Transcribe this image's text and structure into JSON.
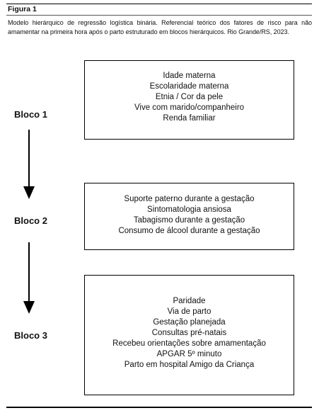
{
  "figure": {
    "label": "Figura 1",
    "caption": "Modelo hierárquico de regressão logística binária. Referencial teórico dos fatores de risco para não amamentar na primeira hora após o parto estruturado em blocos hierárquicos. Rio Grande/RS, 2023."
  },
  "blocks": [
    {
      "label": "Bloco 1",
      "factors": [
        "Idade materna",
        "Escolaridade materna",
        "Etnia / Cor da pele",
        "Vive com marido/companheiro",
        "Renda familiar"
      ]
    },
    {
      "label": "Bloco 2",
      "factors": [
        "Suporte paterno durante a gestação",
        "Sintomatologia ansiosa",
        "Tabagismo durante a gestação",
        "Consumo de álcool durante a gestação"
      ]
    },
    {
      "label": "Bloco 3",
      "factors": [
        "Paridade",
        "Via de parto",
        "Gestação planejada",
        "Consultas pré-natais",
        "Recebeu orientações sobre amamentação",
        "APGAR 5º minuto",
        "Parto em hospital Amigo da Criança"
      ]
    }
  ]
}
